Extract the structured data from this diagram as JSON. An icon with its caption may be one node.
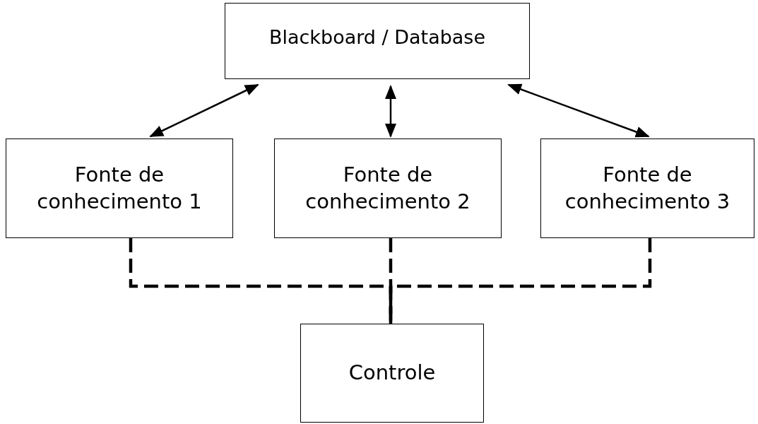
{
  "diagram": {
    "nodes": [
      {
        "text": [
          "Blackboard / Database"
        ]
      },
      {
        "text": [
          "Fonte de conhecimento 1"
        ]
      },
      {
        "text": [
          "Fonte de conhecimento 2"
        ]
      },
      {
        "text": [
          "Fonte de conhecimento 3"
        ]
      },
      {
        "text": [
          "Controle"
        ]
      }
    ],
    "edges": [
      {
        "from": 0,
        "to": 1,
        "arrow": "both"
      },
      {
        "from": 0,
        "to": 2,
        "arrow": "both"
      },
      {
        "from": 0,
        "to": 3,
        "arrow": "both"
      },
      {
        "from": 1,
        "to": 4,
        "arrow": "none",
        "style": "dashed"
      },
      {
        "from": 2,
        "to": 4,
        "arrow": "none",
        "style": "dashed"
      },
      {
        "from": 3,
        "to": 4,
        "arrow": "none",
        "style": "dashed"
      }
    ]
  }
}
